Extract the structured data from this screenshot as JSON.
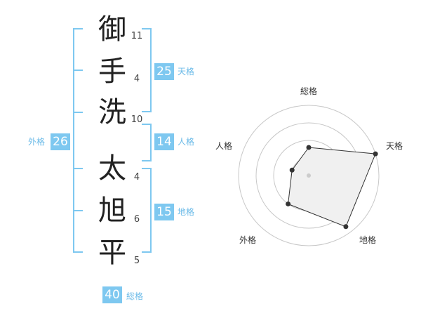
{
  "name": {
    "characters": [
      {
        "char": "御",
        "strokes": "11"
      },
      {
        "char": "手",
        "strokes": "4"
      },
      {
        "char": "洗",
        "strokes": "10"
      },
      {
        "char": "太",
        "strokes": "4"
      },
      {
        "char": "旭",
        "strokes": "6"
      },
      {
        "char": "平",
        "strokes": "5"
      }
    ]
  },
  "fortunes": {
    "tenkaku": {
      "value": "25",
      "label": "天格"
    },
    "jinkaku": {
      "value": "14",
      "label": "人格"
    },
    "chikaku": {
      "value": "15",
      "label": "地格"
    },
    "gaikaku": {
      "value": "26",
      "label": "外格"
    },
    "soukaku": {
      "value": "40",
      "label": "総格"
    }
  },
  "colors": {
    "accent": "#7ec8f0",
    "label": "#6cbbe8",
    "radar_fill": "#f0f0f0"
  },
  "chart_data": {
    "type": "radar",
    "axes": [
      "総格",
      "天格",
      "地格",
      "外格",
      "人格"
    ],
    "values": [
      0.4,
      1.0,
      0.9,
      0.5,
      0.25
    ],
    "rings": 4
  }
}
